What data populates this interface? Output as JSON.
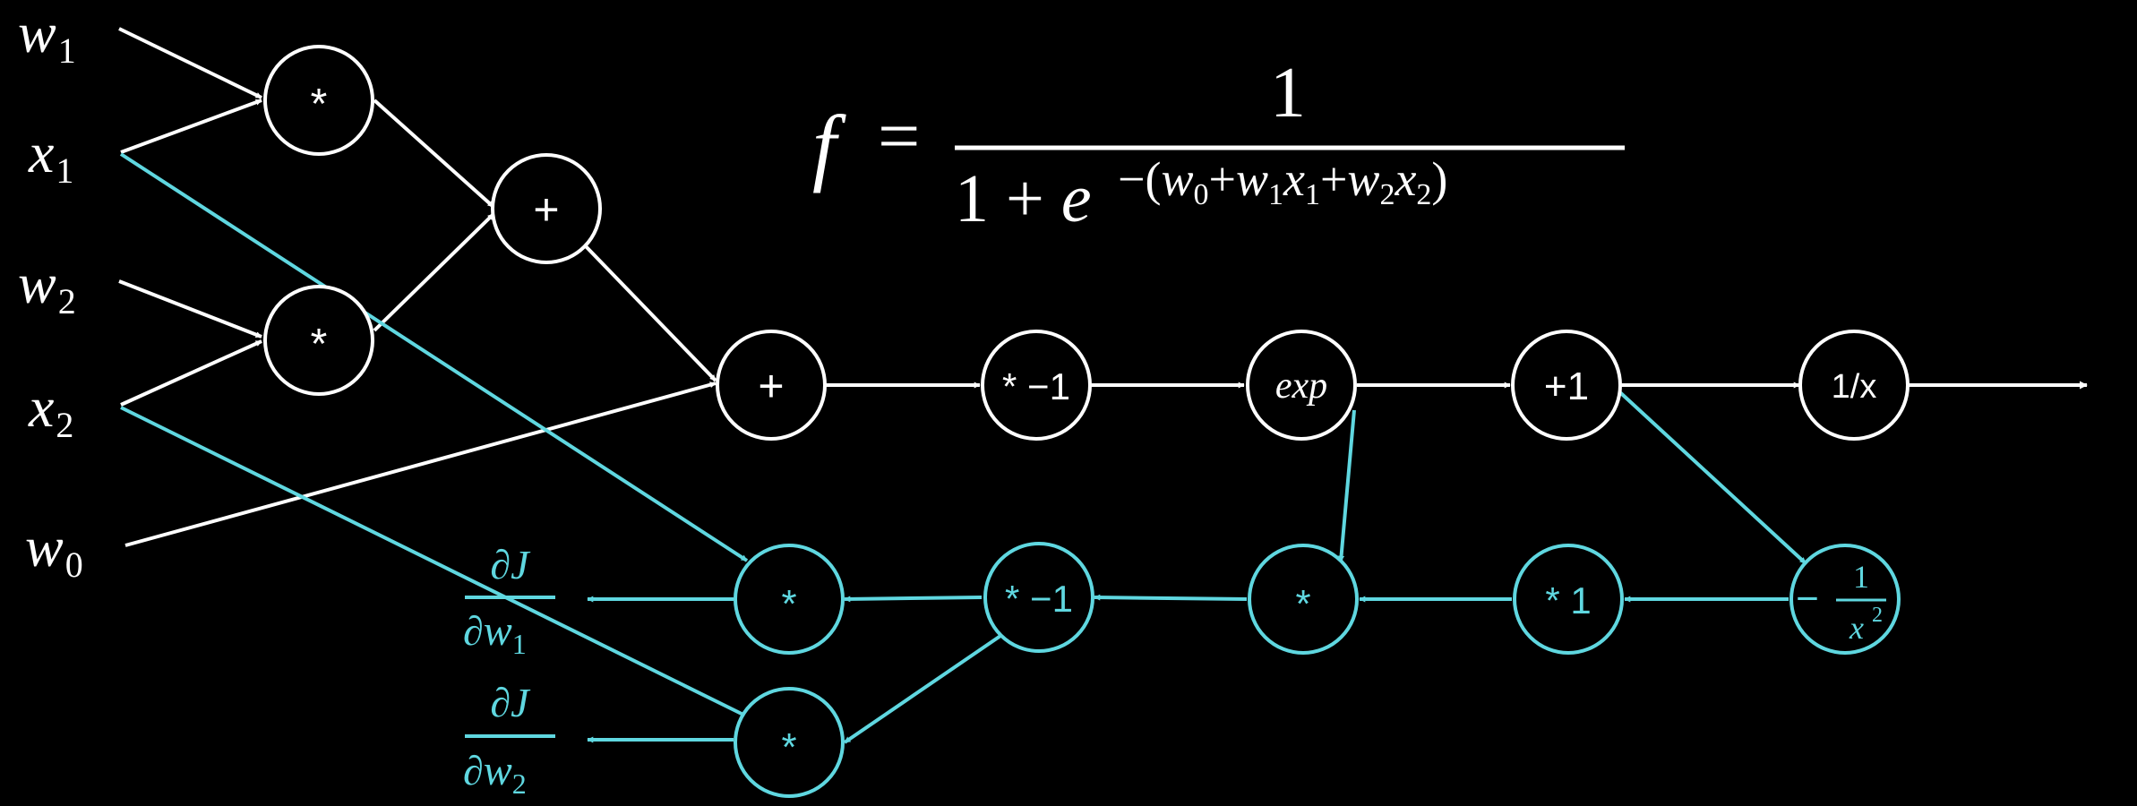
{
  "colors": {
    "background": "#000000",
    "forward": "#ffffff",
    "backward": "#5fd7e0"
  },
  "inputs": {
    "w1": {
      "base": "w",
      "sub": "1"
    },
    "x1": {
      "base": "x",
      "sub": "1"
    },
    "w2": {
      "base": "w",
      "sub": "2"
    },
    "x2": {
      "base": "x",
      "sub": "2"
    },
    "w0": {
      "base": "w",
      "sub": "0"
    }
  },
  "formula": {
    "lhs": "f",
    "eq": "=",
    "numerator": "1",
    "denominator_prefix": "1 + ",
    "e": "e",
    "exponent": {
      "open": "−(",
      "w0": "w",
      "w0_sub": "0",
      "plus1": "+",
      "w1": "w",
      "w1_sub": "1",
      "x1": "x",
      "x1_sub": "1",
      "plus2": "+",
      "w2": "w",
      "w2_sub": "2",
      "x2": "x",
      "x2_sub": "2",
      "close": ")"
    }
  },
  "forward_nodes": {
    "mul1": "*",
    "mul2": "*",
    "add1": "+",
    "add2": "+",
    "neg": "* −1",
    "exp": "exp",
    "plus_one": "+1",
    "recip": "1/x"
  },
  "backward_nodes": {
    "recip_grad": {
      "sign": "−",
      "num": "1",
      "den_base": "x",
      "den_exp": "2"
    },
    "times_one": "* 1",
    "mul_exp": "*",
    "neg": "* −1",
    "mul_w1": "*",
    "mul_w2": "*"
  },
  "gradients": {
    "dw1": {
      "num": "∂J",
      "den_d": "∂",
      "den_base": "w",
      "den_sub": "1"
    },
    "dw2": {
      "num": "∂J",
      "den_d": "∂",
      "den_base": "w",
      "den_sub": "2"
    }
  }
}
